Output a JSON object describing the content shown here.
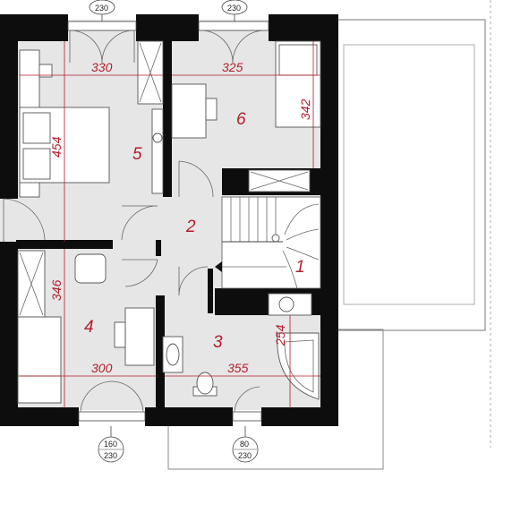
{
  "colors": {
    "wall": "#0d0d0d",
    "floor": "#e6e6e6",
    "terrace": "#ffffff",
    "annotation": "#b21d2b"
  },
  "rooms": [
    {
      "id": "1",
      "label": "1"
    },
    {
      "id": "2",
      "label": "2"
    },
    {
      "id": "3",
      "label": "3"
    },
    {
      "id": "4",
      "label": "4"
    },
    {
      "id": "5",
      "label": "5"
    },
    {
      "id": "6",
      "label": "6"
    }
  ],
  "dimensions": {
    "room5_width": "330",
    "room5_depth": "454",
    "room6_width": "325",
    "room6_depth": "342",
    "room4_width": "300",
    "room4_depth": "346",
    "room3_width": "355",
    "room3_depth": "254"
  },
  "window_tags": {
    "top_left": {
      "top": "",
      "bottom": "230"
    },
    "top_right": {
      "top": "",
      "bottom": "230"
    },
    "bottom_left": {
      "top": "160",
      "bottom": "230"
    },
    "bottom_right": {
      "top": "80",
      "bottom": "230"
    }
  }
}
